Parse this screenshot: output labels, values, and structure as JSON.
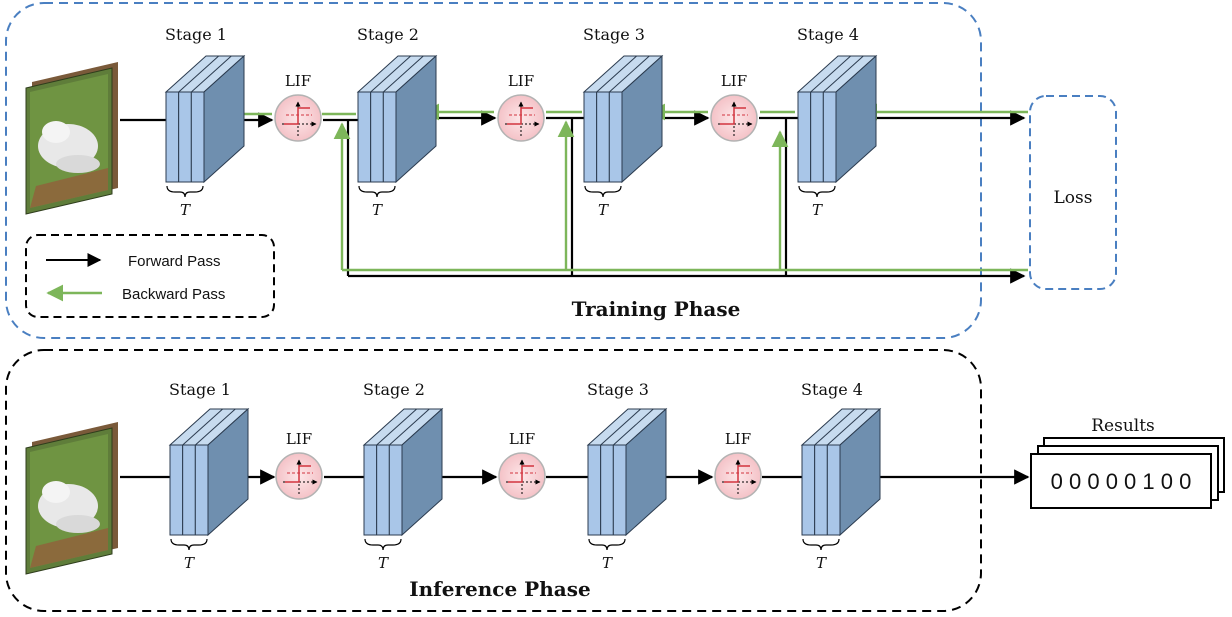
{
  "training": {
    "title": "Training Phase",
    "stages": [
      "Stage 1",
      "Stage 2",
      "Stage 3",
      "Stage 4"
    ],
    "neuron_label": "LIF",
    "time_label": "T",
    "loss_label": "Loss",
    "legend": {
      "forward": "Forward Pass",
      "backward": "Backward Pass"
    }
  },
  "inference": {
    "title": "Inference Phase",
    "stages": [
      "Stage 1",
      "Stage 2",
      "Stage 3",
      "Stage 4"
    ],
    "neuron_label": "LIF",
    "time_label": "T",
    "results_label": "Results",
    "results_value": "0 0 0 0 0 1 0 0"
  },
  "colors": {
    "training_border": "#4a7fc1",
    "forward": "#000000",
    "backward": "#7db65a",
    "block_front": "#a9c6e8",
    "block_side": "#6f8faf",
    "block_top": "#c7dbef",
    "lif_fill": "#f8d3d6",
    "lif_mark": "#d2343f"
  },
  "icons": {
    "input_image": "arctic-fox-photo"
  }
}
